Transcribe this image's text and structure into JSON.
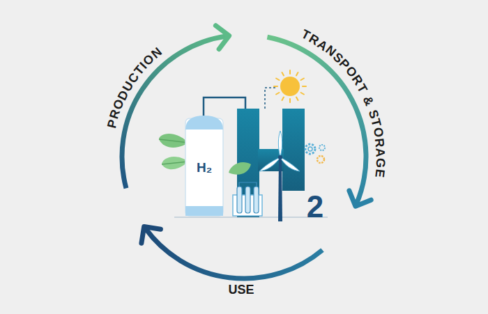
{
  "diagram": {
    "labels": [
      "PRODUCTION",
      "TRANSPORT & STORAGE",
      "H₂",
      "2",
      "USE"
    ]
  }
}
